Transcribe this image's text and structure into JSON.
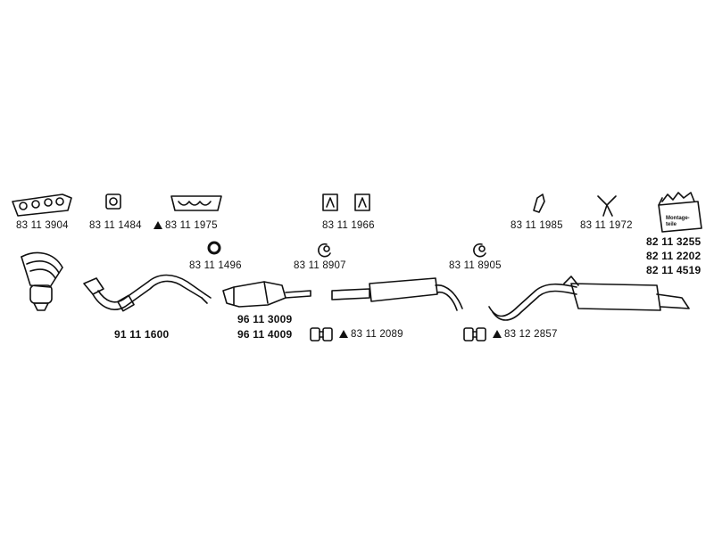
{
  "parts": {
    "p1": "83 11 3904",
    "p2": "83 11 1484",
    "p3": "83 11 1975",
    "p4": "83 11 1966",
    "p5": "83 11 1985",
    "p6": "83 11 1972",
    "p7": "82 11 3255",
    "p8": "82 11 2202",
    "p9": "82 11 4519",
    "p10": "83 11 1496",
    "p11": "83 11 8907",
    "p12": "83 11 8905",
    "p13": "96 11 3009",
    "p14": "96 11 4009",
    "p15": "83 11 2089",
    "p16": "83 12 2857",
    "p17": "91 11 1600"
  },
  "kit_label": "Montage-teile",
  "icons": {
    "warning": "triangle-icon"
  }
}
